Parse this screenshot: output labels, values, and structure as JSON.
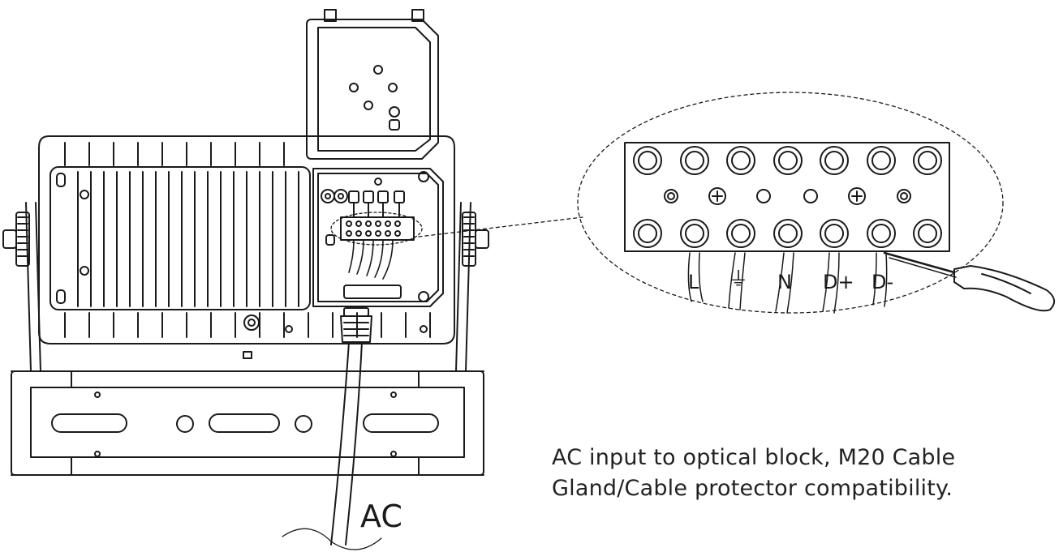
{
  "diagram": {
    "cable_label": "AC",
    "terminal_labels": [
      "L",
      "⏚",
      "N",
      "D+",
      "D-"
    ],
    "caption_lines": [
      "AC input to optical block, M20 Cable",
      "Gland/Cable protector compatibility."
    ],
    "line_color": "#1a1a1a"
  }
}
